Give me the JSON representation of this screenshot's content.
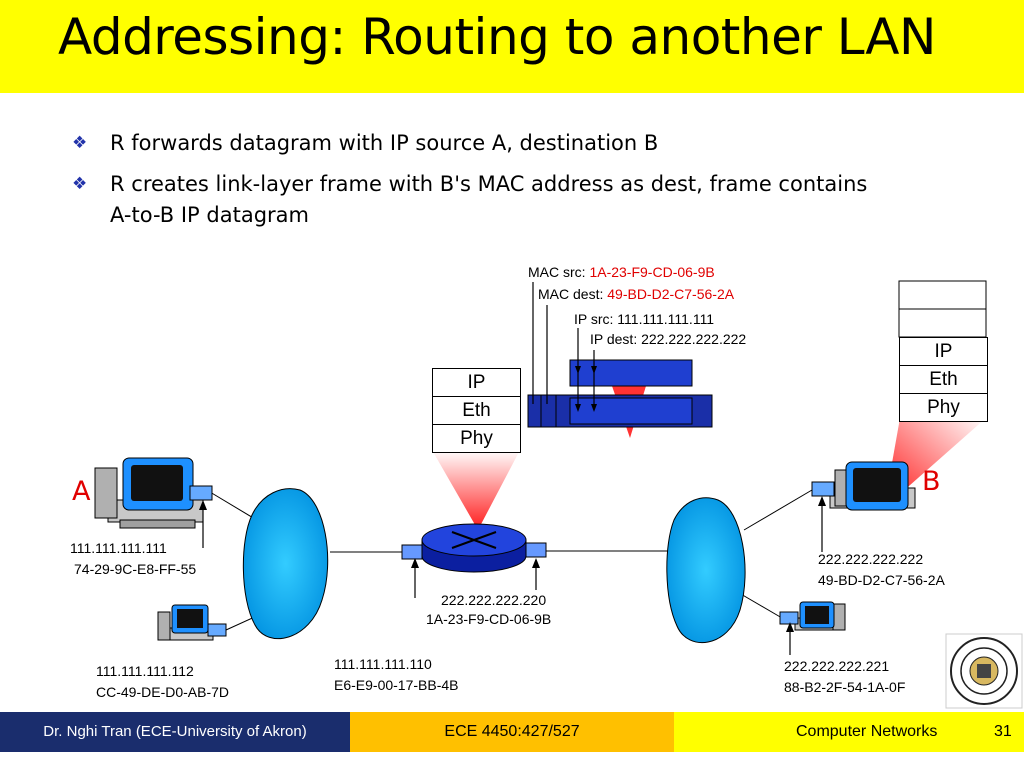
{
  "slide": {
    "title": "Addressing: Routing to another LAN",
    "bullets": [
      "R forwards datagram with IP source A, destination B",
      "R creates link-layer frame with B's MAC address as dest, frame contains A-to-B IP datagram"
    ]
  },
  "frame_labels": {
    "mac_src_label": "MAC src:",
    "mac_src_value": "1A-23-F9-CD-06-9B",
    "mac_dest_label": "MAC dest:",
    "mac_dest_value": "49-BD-D2-C7-56-2A",
    "ip_src": "IP src: 111.111.111.111",
    "ip_dest": "IP dest: 222.222.222.222"
  },
  "router_stack": [
    "IP",
    "Eth",
    "Phy"
  ],
  "host_b_stack": [
    "IP",
    "Eth",
    "Phy"
  ],
  "hosts": {
    "a_letter": "A",
    "b_letter": "B",
    "a_ip": "111.111.111.111",
    "a_mac": "74-29-9C-E8-FF-55",
    "a2_ip": "111.111.111.112",
    "a2_mac": "CC-49-DE-D0-AB-7D",
    "router_left_ip": "111.111.111.110",
    "router_left_mac": "E6-E9-00-17-BB-4B",
    "router_right_ip": "222.222.222.220",
    "router_right_mac": "1A-23-F9-CD-06-9B",
    "b_ip": "222.222.222.222",
    "b_mac": "49-BD-D2-C7-56-2A",
    "b2_ip": "222.222.222.221",
    "b2_mac": "88-B2-2F-54-1A-0F"
  },
  "footer": {
    "author": "Dr. Nghi Tran (ECE-University of Akron)",
    "course": "ECE 4450:427/527",
    "subject": "Computer Networks",
    "page": "31"
  },
  "colors": {
    "title_bg": "#ffff00",
    "footer_navy": "#1a2d6d",
    "footer_orange": "#ffc000",
    "accent_red": "#e00000",
    "network_cloud": "#00aaff",
    "router_blue": "#1f3fd0"
  }
}
